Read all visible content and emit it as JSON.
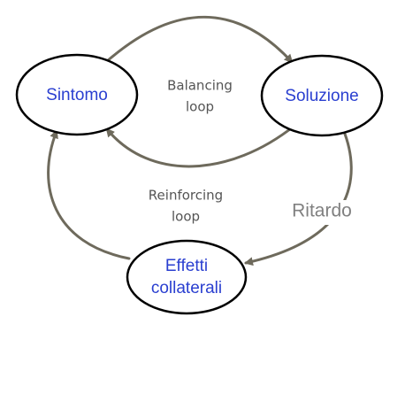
{
  "nodes": {
    "sintomo": {
      "label": "Sintomo"
    },
    "soluzione": {
      "label": "Soluzione"
    },
    "effetti": {
      "line1": "Effetti",
      "line2": "collaterali"
    }
  },
  "loops": {
    "balancing": {
      "line1": "Balancing",
      "line2": "loop"
    },
    "reinforcing": {
      "line1": "Reinforcing",
      "line2": "loop"
    }
  },
  "delay": {
    "label": "Ritardo"
  },
  "colors": {
    "node_text": "#2a3fd0",
    "arrow": "#6e6a5c",
    "node_outline": "#000000",
    "loop_label": "#555555",
    "delay_label": "#808080"
  },
  "links": [
    {
      "from": "Sintomo",
      "to": "Soluzione"
    },
    {
      "from": "Soluzione",
      "to": "Sintomo"
    },
    {
      "from": "Soluzione",
      "to": "Effetti collaterali"
    },
    {
      "from": "Effetti collaterali",
      "to": "Sintomo"
    }
  ]
}
